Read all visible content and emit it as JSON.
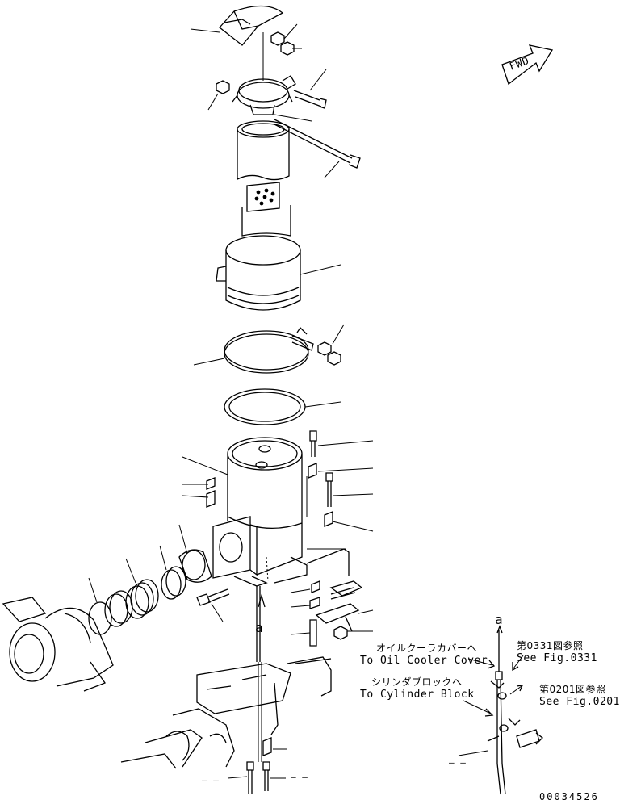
{
  "labels": {
    "fwd": "FWD",
    "ref_a_top": "a",
    "ref_a_mid": "a",
    "oil_cooler_jp": "オイルクーラカバーへ",
    "oil_cooler_en": "To Oil Cooler Cover",
    "cylinder_jp": "シリンダブロックへ",
    "cylinder_en": "To Cylinder Block",
    "fig0331_jp": "第0331図参照",
    "fig0331_en": "See Fig.0331",
    "fig0201_jp": "第0201図参照",
    "fig0201_en": "See Fig.0201",
    "dash_bl": "— —",
    "dash_bm": "— —",
    "dash_br": "— —",
    "drawing_number": "00034526"
  }
}
